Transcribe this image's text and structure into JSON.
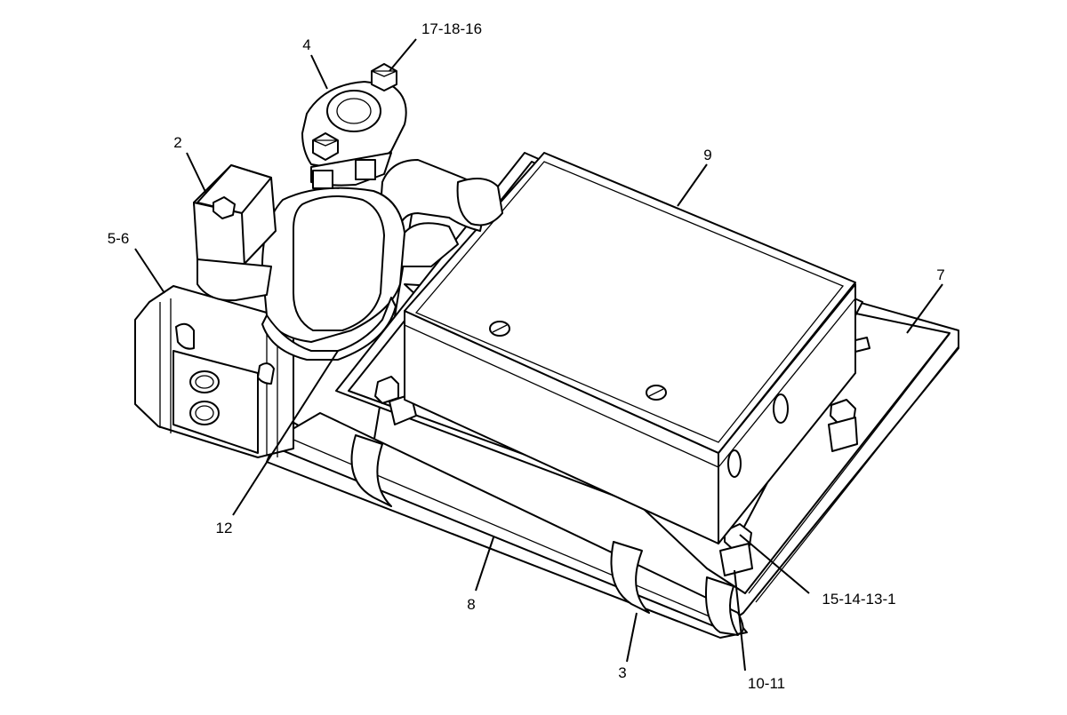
{
  "callouts": [
    {
      "id": "c4",
      "text": "4"
    },
    {
      "id": "c17",
      "text": "17-18-16"
    },
    {
      "id": "c2",
      "text": "2"
    },
    {
      "id": "c56",
      "text": "5-6"
    },
    {
      "id": "c9",
      "text": "9"
    },
    {
      "id": "c7",
      "text": "7"
    },
    {
      "id": "c12",
      "text": "12"
    },
    {
      "id": "c8",
      "text": "8"
    },
    {
      "id": "c15",
      "text": "15-14-13-1"
    },
    {
      "id": "c3",
      "text": "3"
    },
    {
      "id": "c10",
      "text": "10-11"
    }
  ],
  "colors": {
    "line": "#000000",
    "background": "#ffffff",
    "shade": "#e6e6e6"
  }
}
